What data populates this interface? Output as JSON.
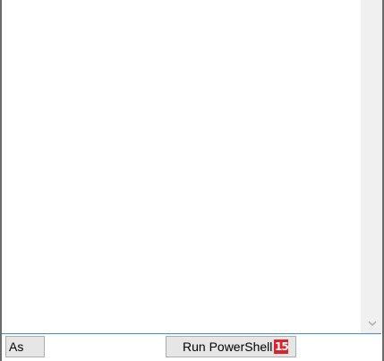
{
  "toolbar": {
    "as_label": "As",
    "run_label": "Run PowerShell",
    "run_badge": "15"
  },
  "colors": {
    "focus_border": "#3c8fd6",
    "badge_background": "#e0202a",
    "scrollbar_track": "#f0f0f0"
  },
  "icons": {
    "scroll_down": "chevron-down-icon"
  }
}
